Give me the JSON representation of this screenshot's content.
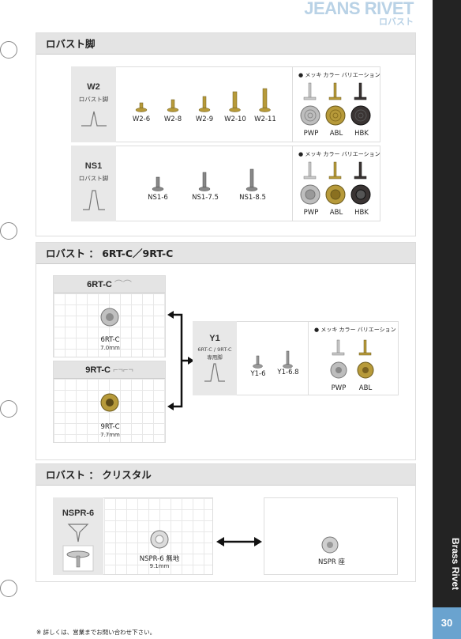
{
  "header": {
    "title": "JEANS RIVET",
    "subtitle": "ロバスト"
  },
  "sidebar": {
    "label": "Brass Rivet",
    "page": "30"
  },
  "footer": {
    "note": "※ 詳しくは、営業までお問い合わせ下さい。"
  },
  "sec1": {
    "title": "ロバスト脚",
    "w2": {
      "code": "W2",
      "sub": "ロバスト脚",
      "items": [
        "W2-6",
        "W2-8",
        "W2-9",
        "W2-10",
        "W2-11"
      ],
      "var_title": "● メッキ カラー バリエーション",
      "colors": [
        "PWP",
        "ABL",
        "HBK"
      ]
    },
    "ns1": {
      "code": "NS1",
      "sub": "ロバスト脚",
      "items": [
        "NS1-6",
        "NS1-7.5",
        "NS1-8.5"
      ],
      "var_title": "● メッキ カラー バリエーション",
      "colors": [
        "PWP",
        "ABL",
        "HBK"
      ]
    }
  },
  "sec2": {
    "title": "ロバスト ： 6RT-C／9RT-C",
    "rt6": {
      "code": "6RT-C",
      "name": "6RT-C",
      "size": "7.0mm"
    },
    "rt9": {
      "code": "9RT-C",
      "name": "9RT-C",
      "size": "7.7mm"
    },
    "y1": {
      "code": "Y1",
      "sub": "6RT-C / 9RT-C 専用脚",
      "items": [
        "Y1-6",
        "Y1-6.8"
      ],
      "var_title": "● メッキ カラー バリエーション",
      "colors": [
        "PWP",
        "ABL"
      ]
    }
  },
  "sec3": {
    "title": "ロバスト ： クリスタル",
    "nspr": {
      "code": "NSPR-6",
      "name": "NSPR-6 無地",
      "size": "9.1mm",
      "base": "NSPR 座"
    }
  },
  "colors": {
    "accent": "#6aa3cf",
    "sidebar": "#232323",
    "silver": "#c0c0c0",
    "gold": "#b79a3a",
    "black": "#3a3433"
  }
}
